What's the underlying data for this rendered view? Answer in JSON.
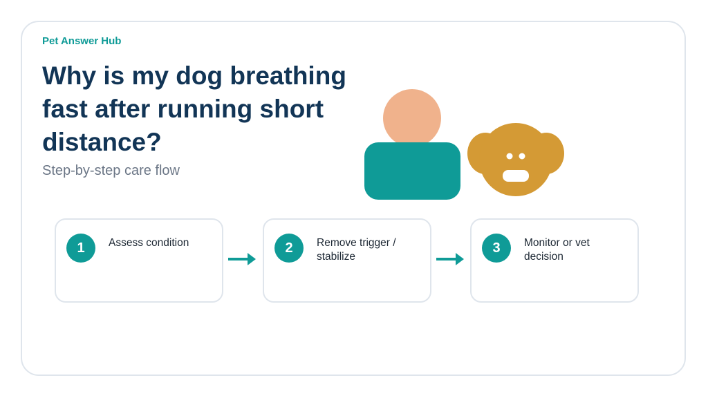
{
  "brand": "Pet Answer Hub",
  "title": "Why is my dog breathing fast after running short distance?",
  "subtitle": "Step-by-step care flow",
  "steps": [
    {
      "number": "1",
      "label": "Assess condition"
    },
    {
      "number": "2",
      "label": "Remove trigger / stabilize"
    },
    {
      "number": "3",
      "label": "Monitor or vet decision"
    }
  ],
  "colors": {
    "accent": "#0f9b97",
    "title": "#123556",
    "person_head": "#f0b28c",
    "person_body": "#0f9b97",
    "dog": "#d49a35"
  },
  "icons": [
    "person-illustration",
    "dog-face-icon",
    "arrow-right-icon"
  ]
}
